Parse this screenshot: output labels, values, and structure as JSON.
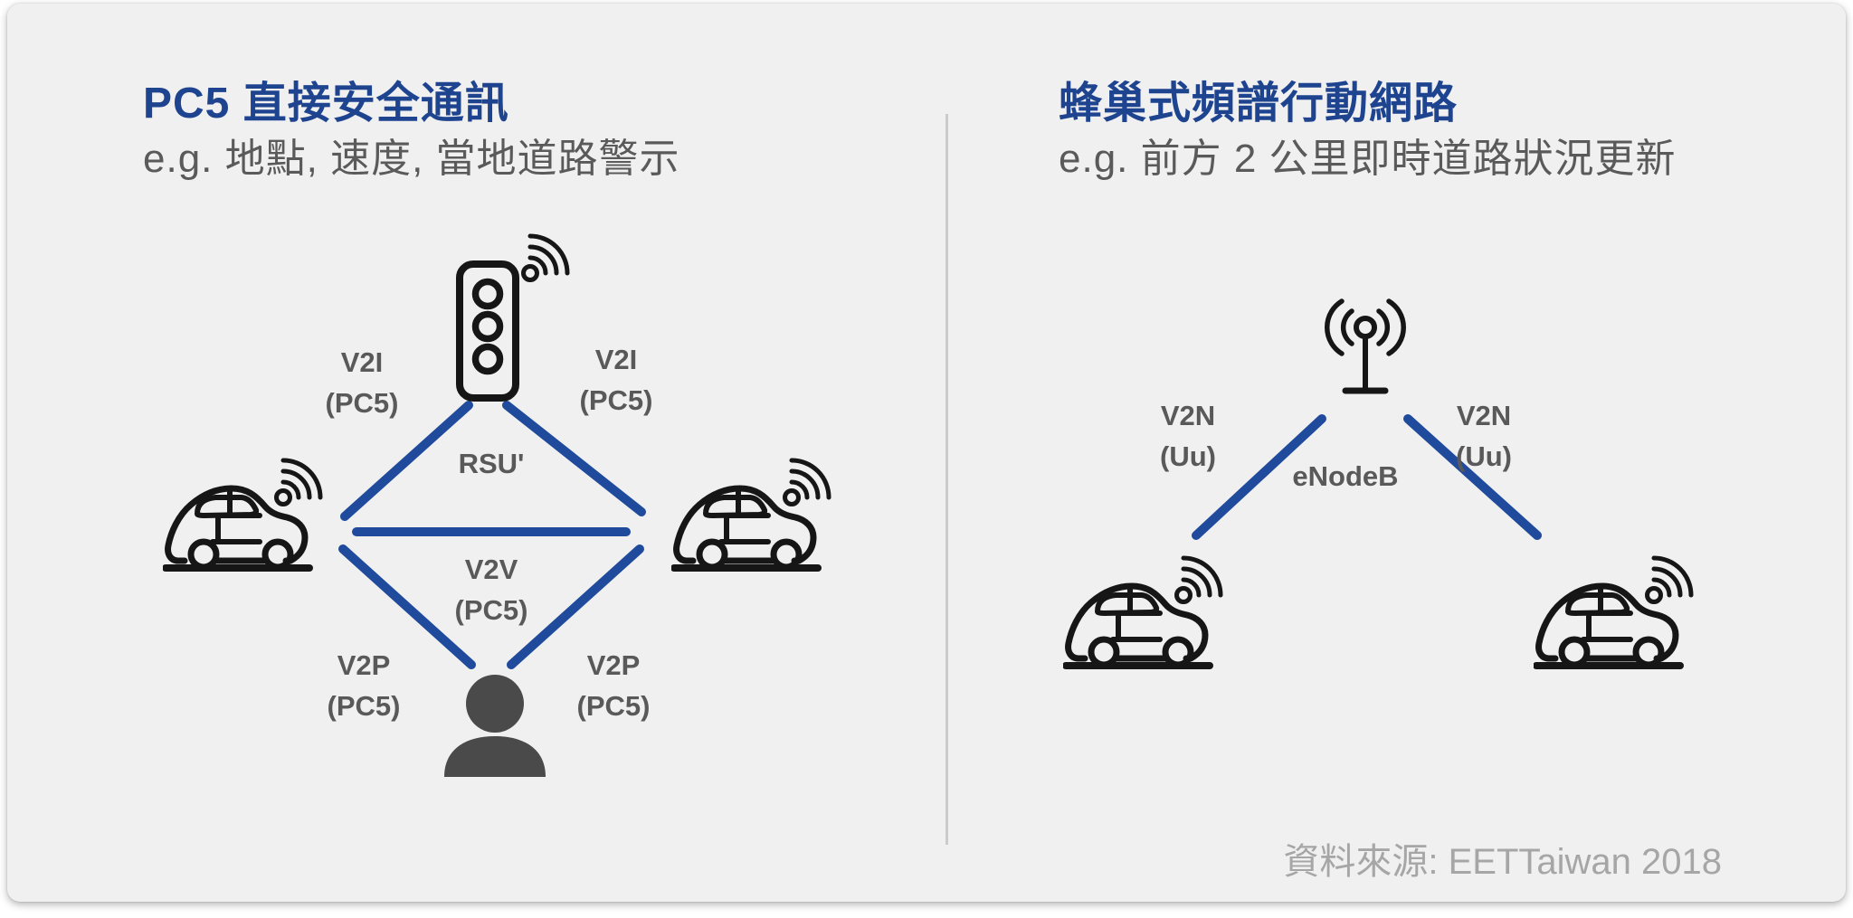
{
  "left_panel": {
    "title": "PC5 直接安全通訊",
    "subtitle": "e.g. 地點, 速度, 當地道路警示",
    "labels": {
      "v2i_left": {
        "line1": "V2I",
        "line2": "(PC5)"
      },
      "v2i_right": {
        "line1": "V2I",
        "line2": "(PC5)"
      },
      "rsu": "RSU'",
      "v2v": {
        "line1": "V2V",
        "line2": "(PC5)"
      },
      "v2p_left": {
        "line1": "V2P",
        "line2": "(PC5)"
      },
      "v2p_right": {
        "line1": "V2P",
        "line2": "(PC5)"
      }
    }
  },
  "right_panel": {
    "title": "蜂巢式頻譜行動網路",
    "subtitle": "e.g. 前方 2 公里即時道路狀況更新",
    "labels": {
      "v2n_left": {
        "line1": "V2N",
        "line2": "(Uu)"
      },
      "v2n_right": {
        "line1": "V2N",
        "line2": "(Uu)"
      },
      "enodeb": "eNodeB"
    }
  },
  "footer": {
    "source": "資料來源: EETTaiwan 2018"
  },
  "icons": {
    "traffic_light": "traffic-light-icon",
    "wireless_signal": "wireless-signal-icon",
    "car": "car-icon",
    "base_station_antenna": "antenna-icon",
    "pedestrian": "person-icon"
  },
  "colors": {
    "title_blue": "#1e4490",
    "connection_blue": "#204a9c",
    "label_gray": "#595959",
    "subtitle_gray": "#5a5a5a",
    "source_gray": "#a6a6a6",
    "card_background": "#f0f0f1",
    "icon_black": "#161616",
    "person_fill": "#4a4a4a",
    "divider_gray": "#cbcbcb"
  }
}
